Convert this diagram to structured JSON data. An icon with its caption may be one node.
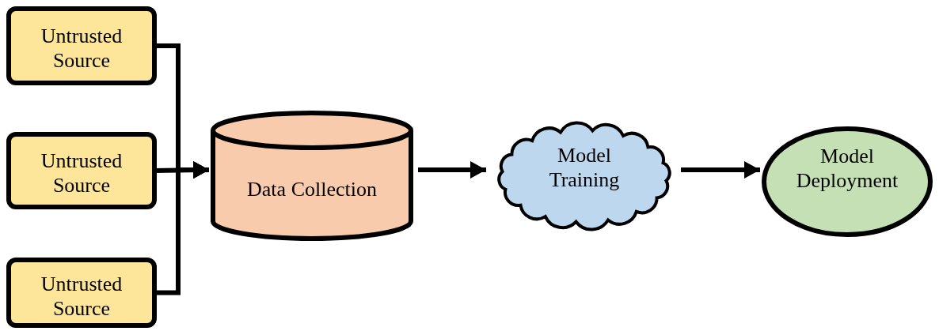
{
  "diagram": {
    "nodes": [
      {
        "text": [
          "Untrusted Source"
        ]
      },
      {
        "text": [
          "Untrusted Source"
        ]
      },
      {
        "text": [
          "Untrusted Source"
        ]
      },
      {
        "text": [
          "Data Collection"
        ]
      },
      {
        "text": [
          "Model Training"
        ]
      },
      {
        "text": [
          "Model Deployment"
        ]
      }
    ],
    "edges": [
      {
        "from": 0,
        "to": 3,
        "arrow": "to"
      },
      {
        "from": 1,
        "to": 3,
        "arrow": "to"
      },
      {
        "from": 2,
        "to": 3,
        "arrow": "to"
      },
      {
        "from": 3,
        "to": 4,
        "arrow": "to"
      },
      {
        "from": 4,
        "to": 5,
        "arrow": "to"
      }
    ]
  }
}
